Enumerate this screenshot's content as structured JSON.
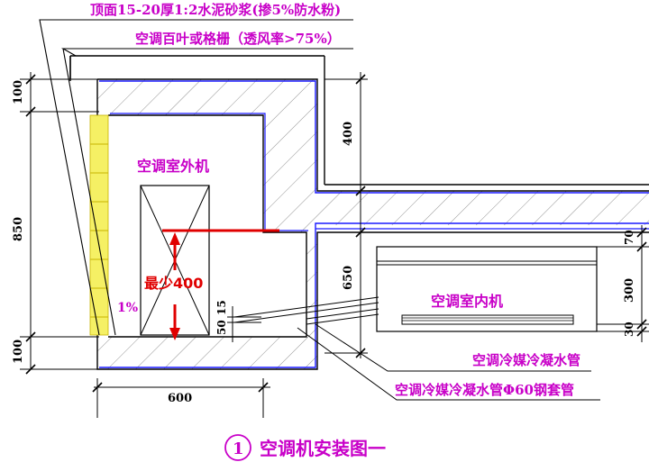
{
  "notes": {
    "top_finish": "顶面15-20厚1:2水泥砂浆(掺5%防水粉)",
    "louver": "空调百叶或格栅（透风率>75%）",
    "outdoor_unit": "空调室外机",
    "indoor_unit": "空调室内机",
    "drain_pipe": "空调冷媒冷凝水管",
    "sleeve_pipe": "空调冷媒冷凝水管Φ60钢套管",
    "slope": "1%"
  },
  "clearance": "最少400",
  "dimensions": {
    "left_top": "100",
    "left_mid": "850",
    "left_bot": "100",
    "mid_top": "400",
    "mid_mid": "650",
    "bottom_width": "600",
    "pipe_50": "50",
    "pipe_15": "15",
    "right_70": "70",
    "right_300": "300",
    "right_30": "30"
  },
  "title": {
    "number": "1",
    "text": "空调机安装图一"
  },
  "colors": {
    "note": "#c800c8",
    "clearance": "#e00000",
    "structure": "#1a1aff",
    "louver": "#f5f064"
  }
}
